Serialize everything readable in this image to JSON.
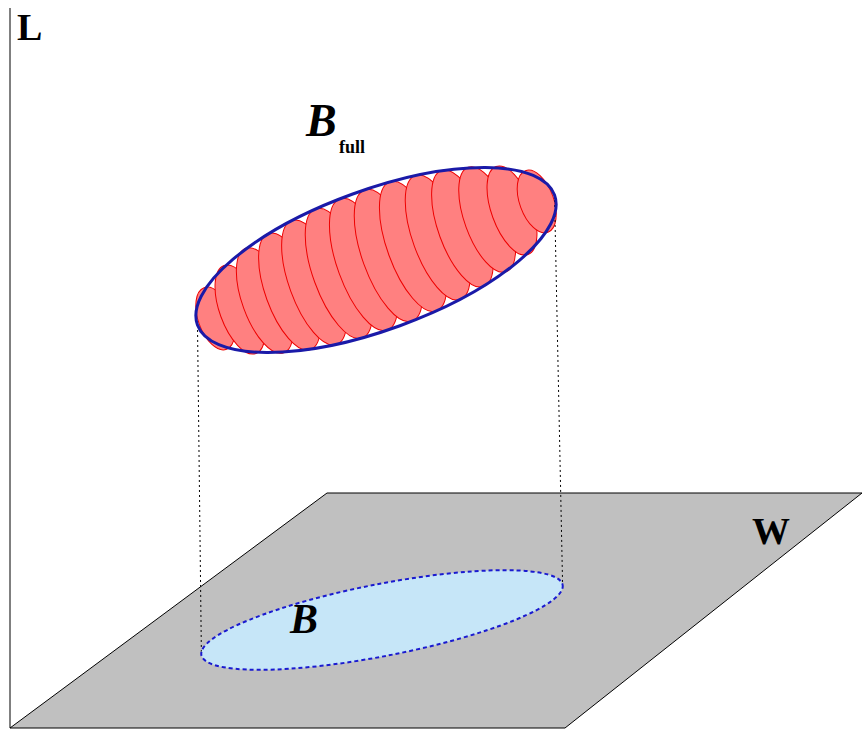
{
  "diagram": {
    "nodes": [
      {
        "text": [
          "B",
          "full"
        ]
      },
      {
        "text": [
          "B"
        ]
      }
    ],
    "edges": [
      {
        "from": 0,
        "to": 1,
        "arrow": "none"
      }
    ],
    "labels": [
      "L",
      "W"
    ]
  }
}
